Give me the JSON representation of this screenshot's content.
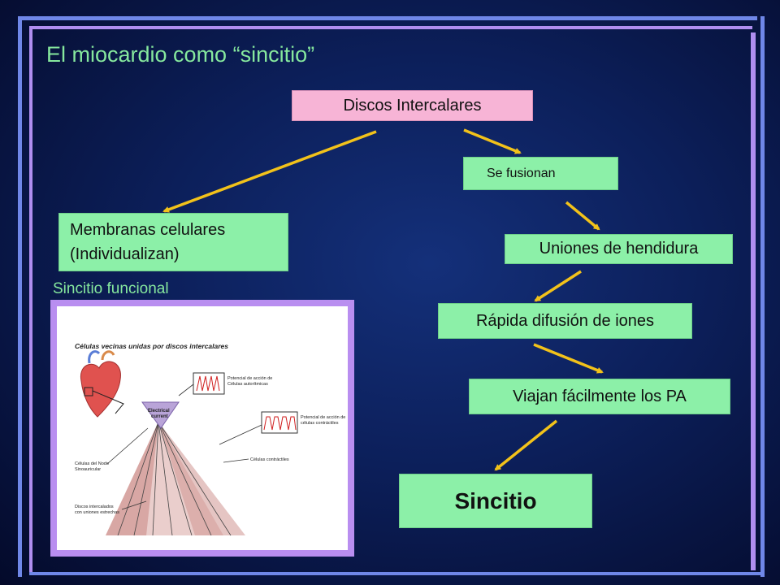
{
  "slide": {
    "title": "El miocardio como “sincitio”",
    "subtitle_label": "Sincitio funcional"
  },
  "nodes": {
    "discos": "Discos Intercalares",
    "fusionan": "Se fusionan",
    "membranas": "Membranas celulares\n(Individualizan)",
    "uniones": "Uniones de hendidura",
    "difusion": "Rápida difusión de iones",
    "viajan": "Viajan fácilmente los PA",
    "sincitio": "Sincitio"
  },
  "figure": {
    "heading": "Células vecinas unidas por discos intercalares",
    "electrical": "Electrical current",
    "ap_autoritmicas": "Potencial de acción de Células autorítmicas",
    "ap_contractiles": "Potencial de acción de células contráctiles",
    "nodo": "Células del Nodo Sinoauricular",
    "contractiles": "Células contráctiles",
    "discos_label": "Discos intercalados con uniones estrechas"
  },
  "colors": {
    "accent_green": "#86e89e",
    "box_green": "#8cf0a8",
    "box_pink": "#f7b4d6",
    "arrow": "#f2c21a",
    "frame_purple": "#b98ef0"
  }
}
